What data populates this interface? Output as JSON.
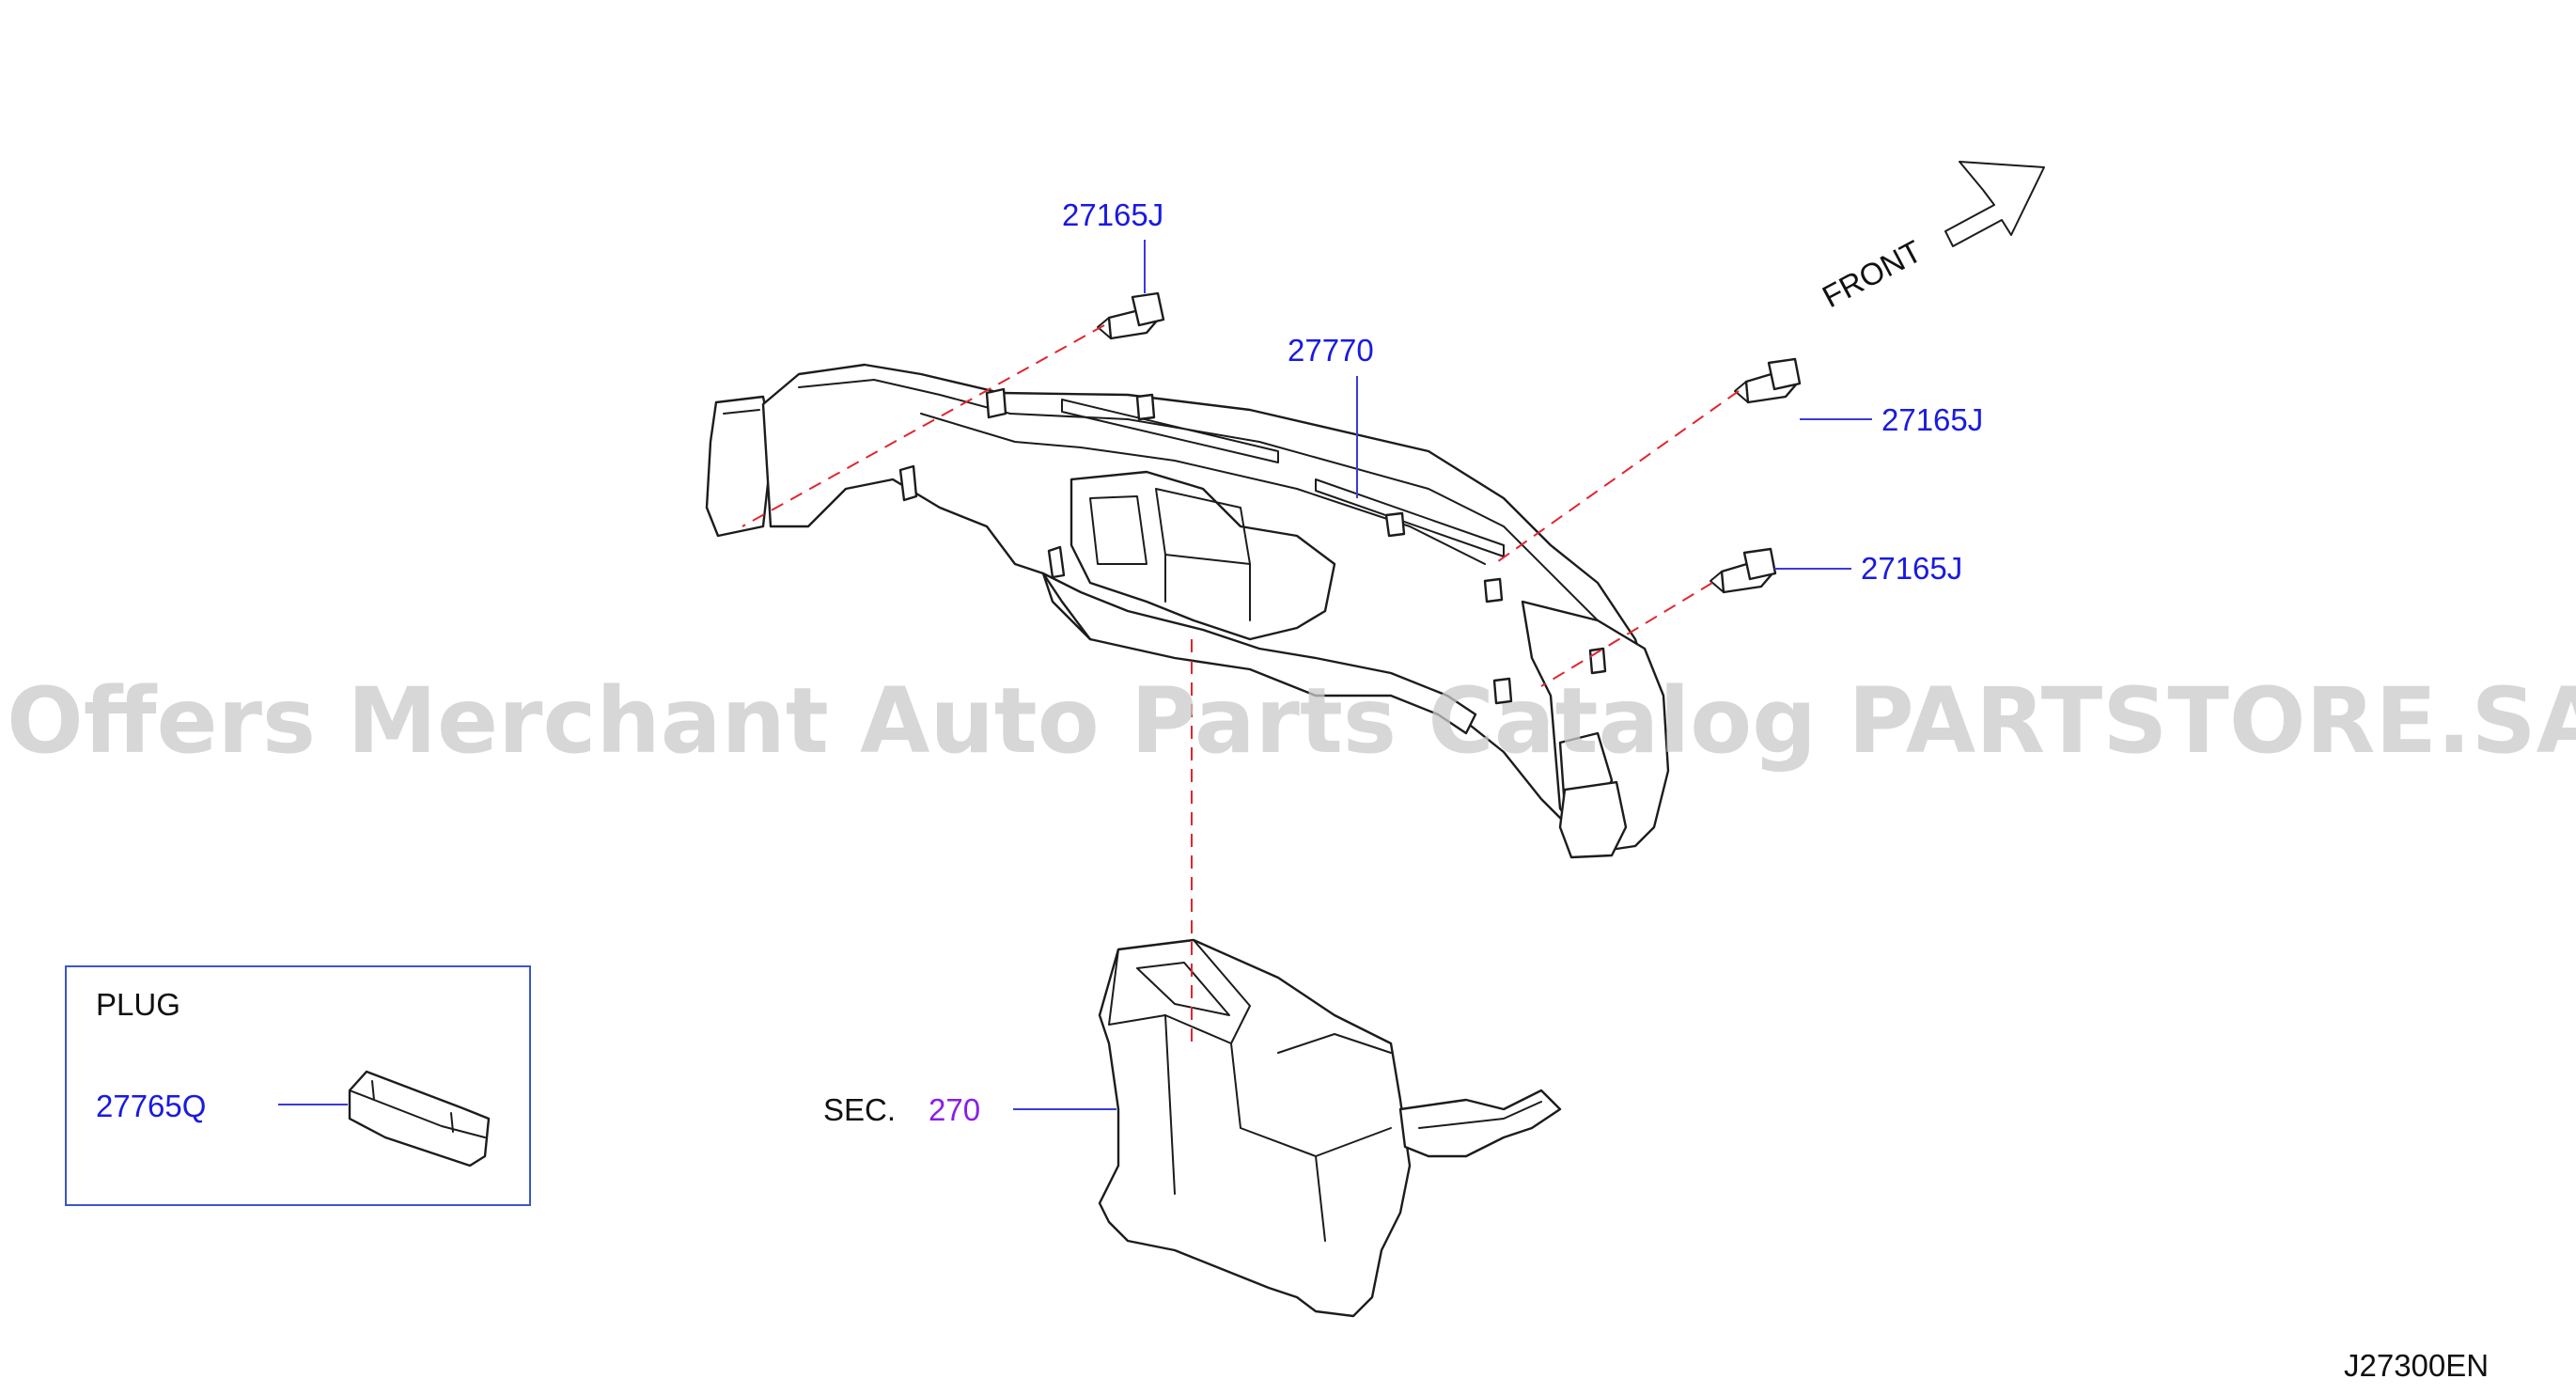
{
  "diagram": {
    "watermark": "Offers Merchant Auto Parts Catalog PARTSTORE.SA",
    "front_label": "FRONT",
    "diagram_code": "J27300EN",
    "parts": {
      "screw_top": "27165J",
      "duct": "27770",
      "screw_right_upper": "27165J",
      "screw_right_lower": "27165J"
    },
    "section_ref": {
      "prefix": "SEC.",
      "number": "270"
    },
    "plug_box": {
      "title": "PLUG",
      "part_number": "27765Q"
    },
    "colors": {
      "part_number": "#1a1ae0",
      "section_number": "#8a1ee8",
      "dashed_line": "#e0262e",
      "watermark": "#c9c9c9"
    }
  }
}
